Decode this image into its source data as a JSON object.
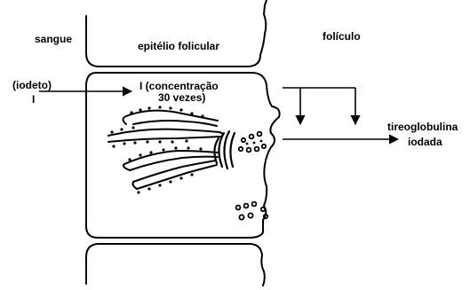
{
  "labels": {
    "blood": "sangue",
    "epithelium": "epitélio folicular",
    "follicle": "folículo",
    "iodide_word": "(iodeto)",
    "iodide_symbol": "I",
    "concentration_line1": "I (concentração",
    "concentration_line2": "30 vezes)",
    "product_line1": "tireoglobulina",
    "product_line2": "iodada"
  },
  "colors": {
    "ink": "#000000",
    "background": "#ffffff"
  }
}
